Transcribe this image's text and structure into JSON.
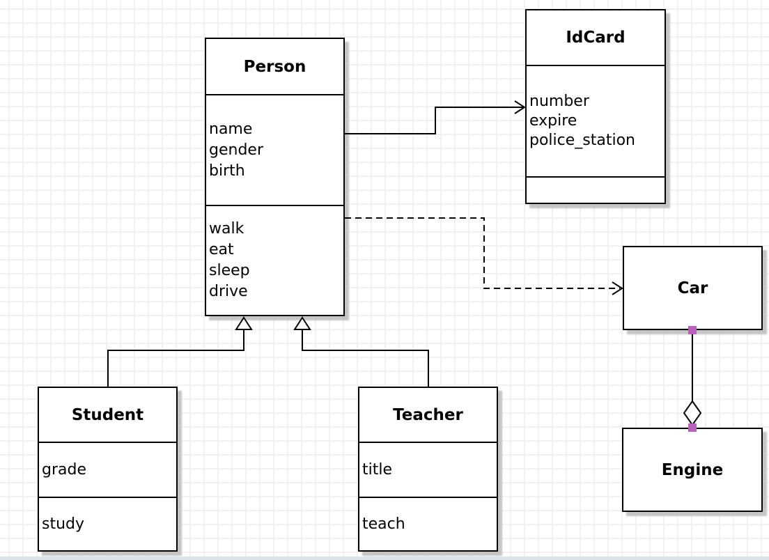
{
  "classes": {
    "person": {
      "title": "Person",
      "attributes": [
        "name",
        "gender",
        "birth"
      ],
      "methods": [
        "walk",
        "eat",
        "sleep",
        "drive"
      ]
    },
    "idcard": {
      "title": "IdCard",
      "attributes": [
        "number",
        "expire",
        "police_station"
      ],
      "methods": []
    },
    "car": {
      "title": "Car"
    },
    "engine": {
      "title": "Engine"
    },
    "student": {
      "title": "Student",
      "attributes": [
        "grade"
      ],
      "methods": [
        "study"
      ]
    },
    "teacher": {
      "title": "Teacher",
      "attributes": [
        "title"
      ],
      "methods": [
        "teach"
      ]
    }
  },
  "relationships": [
    {
      "from": "Person",
      "to": "IdCard",
      "type": "directed-association",
      "line": "solid",
      "end_marker": "open-arrow"
    },
    {
      "from": "Person",
      "to": "Car",
      "type": "dependency",
      "line": "dashed",
      "end_marker": "open-arrow"
    },
    {
      "from": "Student",
      "to": "Person",
      "type": "generalization",
      "line": "solid",
      "end_marker": "hollow-triangle"
    },
    {
      "from": "Teacher",
      "to": "Person",
      "type": "generalization",
      "line": "solid",
      "end_marker": "hollow-triangle"
    },
    {
      "from": "Car",
      "to": "Engine",
      "type": "aggregation",
      "line": "solid",
      "end_marker": "hollow-diamond",
      "endpoints_selected": true
    }
  ],
  "colors": {
    "line": "#000000",
    "box_fill": "#ffffff",
    "box_border": "#000000",
    "box_shadow": "#c5c5c5",
    "grid_line": "#f1f1f4",
    "canvas_bg": "#ffffff",
    "endpoint_handle": "#b763bb",
    "canvas_edge": "#dce3ea"
  }
}
